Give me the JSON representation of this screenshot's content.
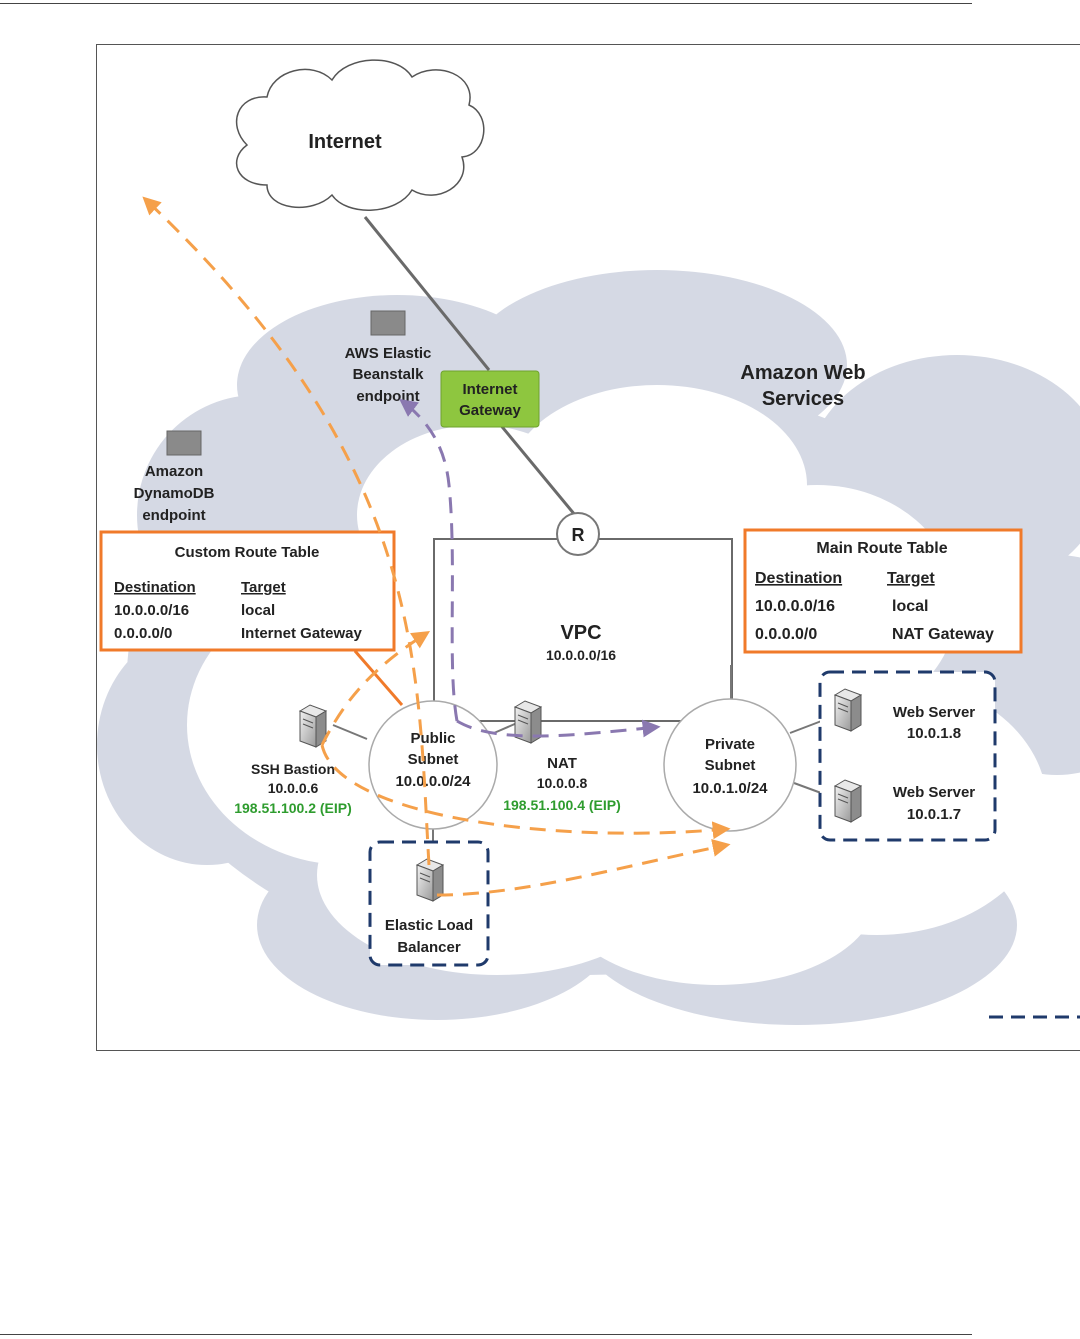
{
  "internet": {
    "label": "Internet"
  },
  "aws": {
    "label_line1": "Amazon Web",
    "label_line2": "Services"
  },
  "beanstalk": {
    "line1": "AWS Elastic",
    "line2": "Beanstalk",
    "line3": "endpoint"
  },
  "dynamodb": {
    "line1": "Amazon",
    "line2": "DynamoDB",
    "line3": "endpoint"
  },
  "igw": {
    "line1": "Internet",
    "line2": "Gateway"
  },
  "router": {
    "label": "R"
  },
  "vpc": {
    "label": "VPC",
    "cidr": "10.0.0.0/16"
  },
  "custom_route_table": {
    "title": "Custom Route Table",
    "header_destination": "Destination",
    "header_target": "Target",
    "rows": [
      {
        "destination": "10.0.0.0/16",
        "target": "local"
      },
      {
        "destination": "0.0.0.0/0",
        "target": "Internet Gateway"
      }
    ]
  },
  "main_route_table": {
    "title": "Main Route Table",
    "header_destination": "Destination",
    "header_target": "Target",
    "rows": [
      {
        "destination": "10.0.0.0/16",
        "target": "local"
      },
      {
        "destination": "0.0.0.0/0",
        "target": "NAT Gateway"
      }
    ]
  },
  "public_subnet": {
    "line1": "Public",
    "line2": "Subnet",
    "cidr": "10.0.0.0/24"
  },
  "private_subnet": {
    "line1": "Private",
    "line2": "Subnet",
    "cidr": "10.0.1.0/24"
  },
  "ssh_bastion": {
    "name": "SSH Bastion",
    "ip": "10.0.0.6",
    "eip": "198.51.100.2 (EIP)"
  },
  "nat": {
    "name": "NAT",
    "ip": "10.0.0.8",
    "eip": "198.51.100.4 (EIP)"
  },
  "web_server_1": {
    "name": "Web Server",
    "ip": "10.0.1.8"
  },
  "web_server_2": {
    "name": "Web Server",
    "ip": "10.0.1.7"
  },
  "elb": {
    "line1": "Elastic Load",
    "line2": "Balancer"
  },
  "colors": {
    "cloud": "#d5d9e4",
    "route_table_border": "#f07a2a",
    "orange_flow": "#f5a04a",
    "purple_flow": "#8a78b0",
    "group_border": "#1f3a6b",
    "igw_fill": "#8ec63f",
    "eip_text": "#2e9c2e"
  }
}
